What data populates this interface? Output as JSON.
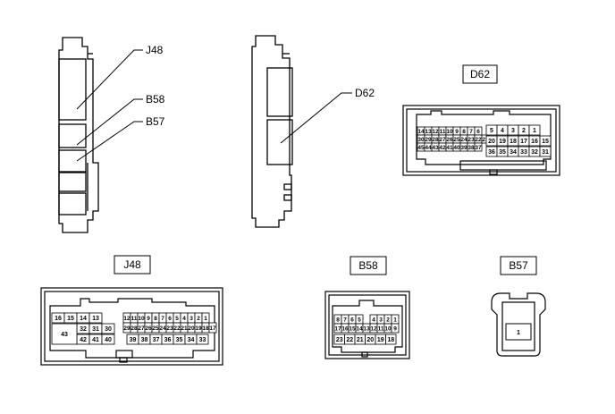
{
  "callouts": {
    "j48": "J48",
    "b58": "B58",
    "b57": "B57",
    "d62": "D62"
  },
  "titles": {
    "d62": "D62",
    "j48": "J48",
    "b58": "B58",
    "b57": "B57"
  },
  "d62": {
    "left_row1": [
      "14",
      "13",
      "12",
      "11",
      "10",
      "9",
      "8",
      "7",
      "6"
    ],
    "left_row2": [
      "30",
      "29",
      "28",
      "27",
      "26",
      "25",
      "24",
      "23",
      "22",
      "21"
    ],
    "left_row3": [
      "45",
      "44",
      "43",
      "42",
      "41",
      "40",
      "39",
      "38",
      "37"
    ],
    "right_row1": [
      "5",
      "4",
      "3",
      "2",
      "1"
    ],
    "right_row2": [
      "20",
      "19",
      "18",
      "17",
      "16",
      "15"
    ],
    "right_row3": [
      "36",
      "35",
      "34",
      "33",
      "32",
      "31"
    ]
  },
  "j48": {
    "left_row1": [
      "16",
      "15",
      "14",
      "13"
    ],
    "left_row2": [
      "43",
      "32",
      "31",
      "30"
    ],
    "left_row3": [
      "42",
      "41",
      "40"
    ],
    "right_row1": [
      "12",
      "11",
      "10",
      "9",
      "8",
      "7",
      "6",
      "5",
      "4",
      "3",
      "2",
      "1"
    ],
    "right_row2": [
      "29",
      "28",
      "27",
      "26",
      "25",
      "24",
      "23",
      "22",
      "21",
      "20",
      "19",
      "18",
      "17"
    ],
    "right_row3": [
      "39",
      "38",
      "37",
      "36",
      "35",
      "34",
      "33"
    ]
  },
  "b58": {
    "row1": [
      "8",
      "7",
      "6",
      "5",
      "4",
      "3",
      "2",
      "1"
    ],
    "row2": [
      "17",
      "16",
      "15",
      "14",
      "13",
      "12",
      "11",
      "10",
      "9"
    ],
    "row3": [
      "23",
      "22",
      "21",
      "20",
      "19",
      "18"
    ]
  },
  "b57": {
    "pin": "1"
  }
}
